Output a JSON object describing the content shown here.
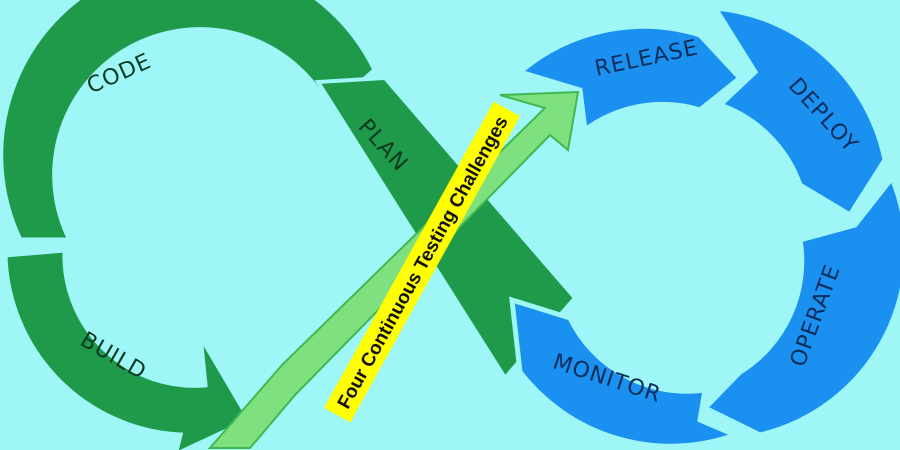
{
  "diagram": {
    "banner": {
      "text": "Four Continuous Testing Challenges"
    },
    "stages": {
      "code": "CODE",
      "build": "BUILD",
      "plan": "PLAN",
      "release": "RELEASE",
      "deploy": "DEPLOY",
      "operate": "OPERATE",
      "monitor": "MONITOR"
    },
    "colors": {
      "background": "#9ef6f6",
      "green": "#1f9a4a",
      "blue": "#1a90f0",
      "arrow": "#7ee07e",
      "banner_fill": "#ffff00"
    }
  }
}
